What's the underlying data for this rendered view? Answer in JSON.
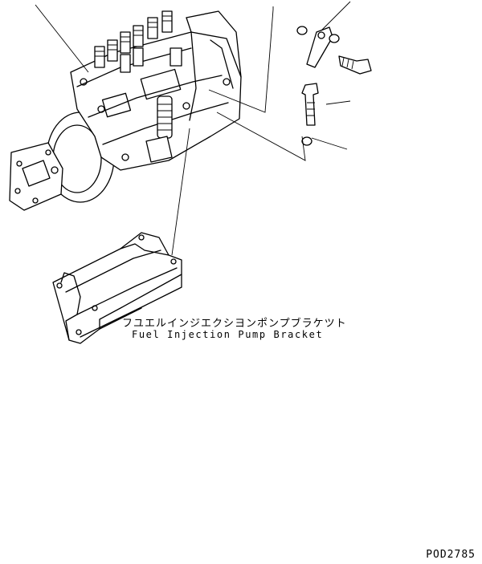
{
  "labels": {
    "part_name_japanese": "フユエルインジエクシヨンポンプブラケツト",
    "part_name_english": "Fuel Injection Pump Bracket",
    "figure_code": "POD2785"
  }
}
